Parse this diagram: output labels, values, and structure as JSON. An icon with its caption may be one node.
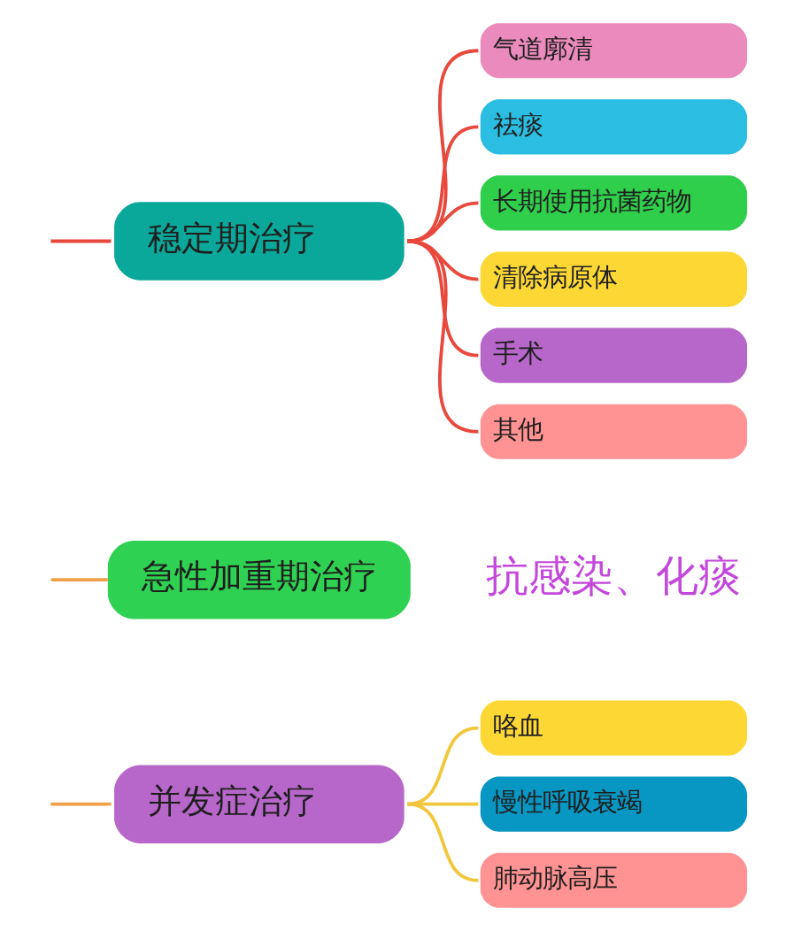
{
  "diagram": {
    "nodes": [
      {
        "text": [
          "稳定期治疗"
        ]
      },
      {
        "text": [
          "气道廓清"
        ]
      },
      {
        "text": [
          "祛痰"
        ]
      },
      {
        "text": [
          "长期使用抗菌药物"
        ]
      },
      {
        "text": [
          "清除病原体"
        ]
      },
      {
        "text": [
          "手术"
        ]
      },
      {
        "text": [
          "其他"
        ]
      },
      {
        "text": [
          "急性加重期治疗"
        ],
        "beside": [
          "抗感染、化痰"
        ]
      },
      {
        "text": [
          "并发症治疗"
        ]
      },
      {
        "text": [
          "咯血"
        ]
      },
      {
        "text": [
          "慢性呼吸衰竭"
        ]
      },
      {
        "text": [
          "肺动脉高压"
        ]
      }
    ],
    "edges": [
      {
        "from": null,
        "to": 0,
        "arrow": "none"
      },
      {
        "from": 0,
        "to": 1,
        "arrow": "none"
      },
      {
        "from": 0,
        "to": 2,
        "arrow": "none"
      },
      {
        "from": 0,
        "to": 3,
        "arrow": "none"
      },
      {
        "from": 0,
        "to": 4,
        "arrow": "none"
      },
      {
        "from": 0,
        "to": 5,
        "arrow": "none"
      },
      {
        "from": 0,
        "to": 6,
        "arrow": "none"
      },
      {
        "from": null,
        "to": 7,
        "arrow": "none",
        "color": "#f0a04b"
      },
      {
        "from": null,
        "to": 8,
        "arrow": "none",
        "color": "#f0a04b"
      },
      {
        "from": 8,
        "to": 9,
        "arrow": "none",
        "color": "#f2c73c"
      },
      {
        "from": 8,
        "to": 10,
        "arrow": "none",
        "color": "#f2c73c"
      },
      {
        "from": 8,
        "to": 11,
        "arrow": "none",
        "color": "#f2c73c"
      }
    ]
  }
}
